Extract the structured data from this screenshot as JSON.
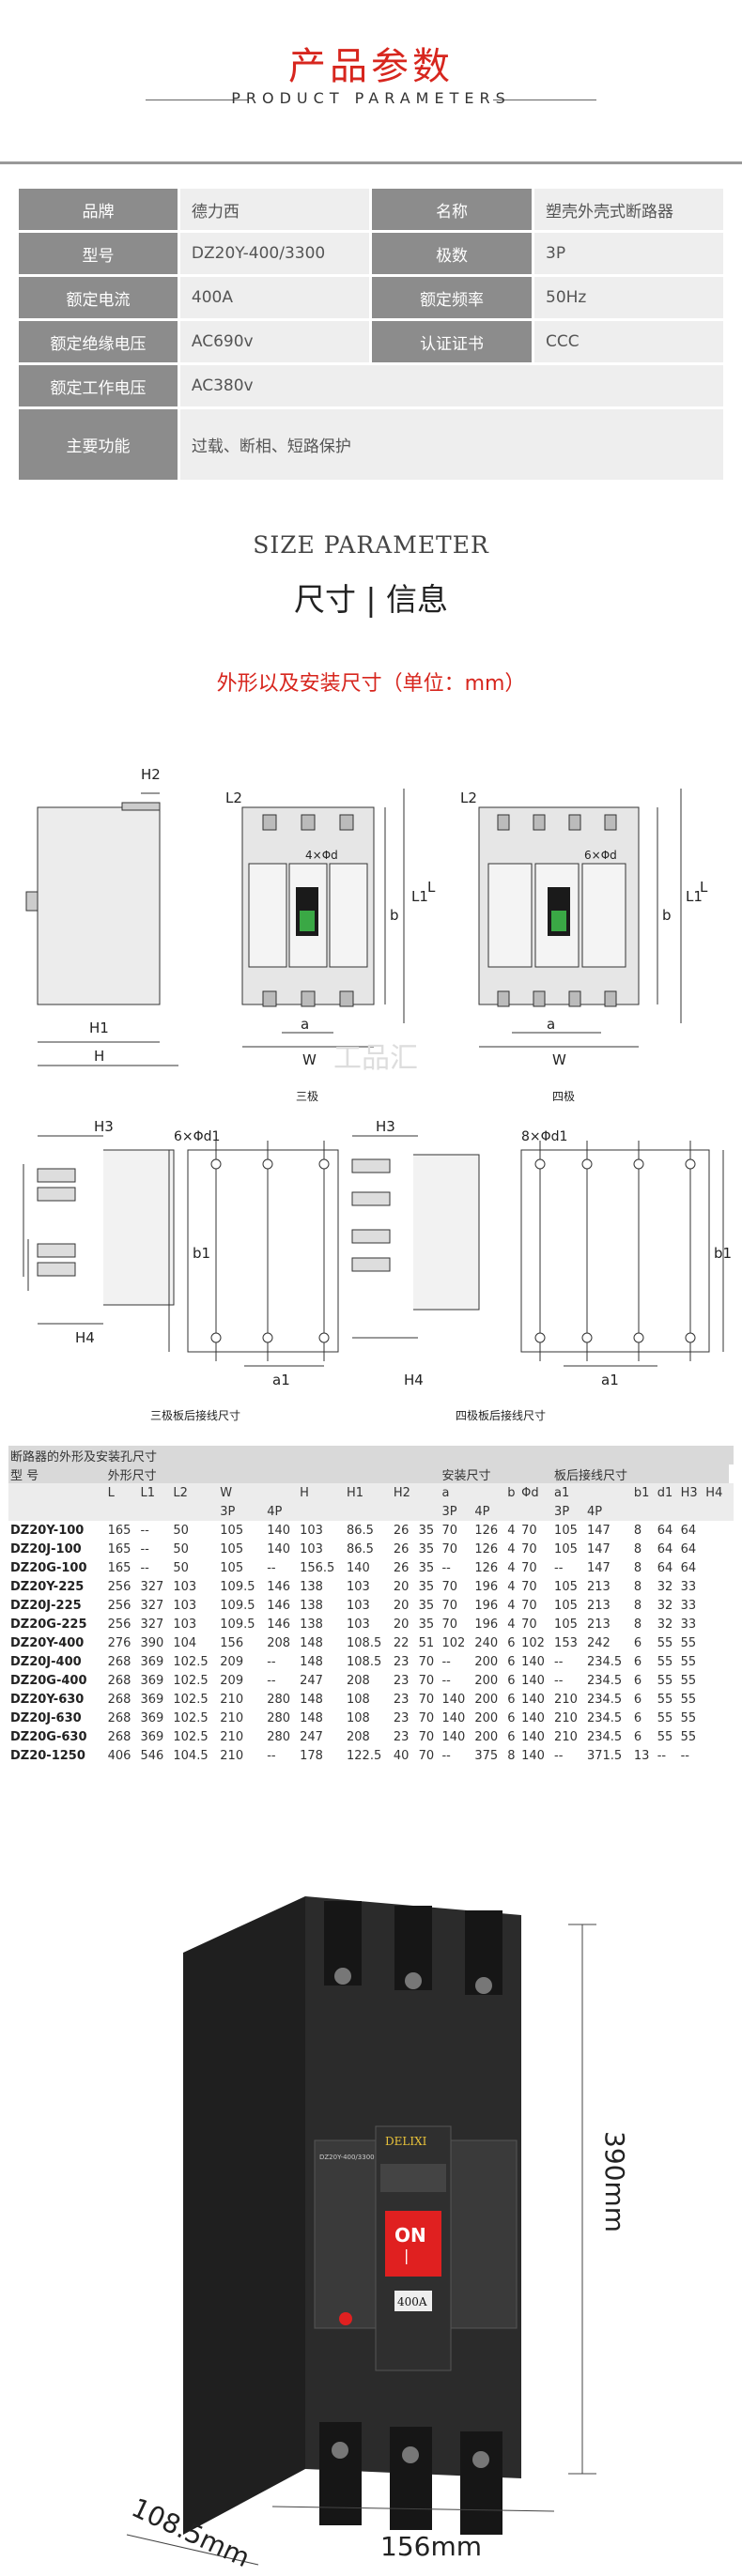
{
  "header": {
    "title_cn": "产品参数",
    "title_en": "PRODUCT PARAMETERS"
  },
  "spec_table": {
    "rows": [
      [
        {
          "k": "品牌",
          "v": "德力西"
        },
        {
          "k": "名称",
          "v": "塑壳外壳式断路器"
        }
      ],
      [
        {
          "k": "型号",
          "v": "DZ20Y-400/3300"
        },
        {
          "k": "极数",
          "v": "3P"
        }
      ],
      [
        {
          "k": "额定电流",
          "v": "400A"
        },
        {
          "k": "额定频率",
          "v": "50Hz"
        }
      ],
      [
        {
          "k": "额定绝缘电压",
          "v": "AC690v"
        },
        {
          "k": "认证证书",
          "v": "CCC"
        }
      ],
      [
        {
          "k": "额定工作电压",
          "v": "AC380v"
        }
      ],
      [
        {
          "k": "主要功能",
          "v": "过载、断相、短路保护"
        }
      ]
    ]
  },
  "size_section": {
    "title_en": "SIZE PARAMETER",
    "title_cn": "尺寸 | 信息",
    "subtitle": "外形以及安装尺寸（单位：mm）"
  },
  "drawings": {
    "labels": {
      "H2": "H2",
      "H1": "H1",
      "H": "H",
      "L2": "L2",
      "L1": "L1",
      "L": "L",
      "b": "b",
      "a": "a",
      "W": "W",
      "d_3p": "4×Φd",
      "d_4p": "6×Φd",
      "H3": "H3",
      "H4": "H4",
      "b1": "b1",
      "a1": "a1",
      "d1_3p": "6×Φd1",
      "d1_4p": "8×Φd1"
    },
    "cap_3p": "三极",
    "cap_4p": "四极",
    "cap_back_3p": "三极板后接线尺寸",
    "cap_back_4p": "四极板后接线尺寸",
    "watermark": "工品汇"
  },
  "dims_table": {
    "title": "断路器的外形及安装孔尺寸",
    "groups": [
      "型 号",
      "外形尺寸",
      "安装尺寸",
      "板后接线尺寸"
    ],
    "cols": [
      "L",
      "L1",
      "L2",
      "W",
      "",
      "H",
      "H1",
      "H2",
      "a",
      "",
      "b",
      "Φd",
      "a1",
      "",
      "b1",
      "d1",
      "H3",
      "H4"
    ],
    "sub": [
      "3P",
      "4P",
      "3P",
      "4P",
      "3P",
      "4P"
    ],
    "rows": [
      [
        "DZ20Y-100",
        "165",
        "--",
        "50",
        "105",
        "140",
        "103",
        "86.5",
        "26",
        "35",
        "70",
        "126",
        "4",
        "70",
        "105",
        "147",
        "8",
        "64",
        "64"
      ],
      [
        "DZ20J-100",
        "165",
        "--",
        "50",
        "105",
        "140",
        "103",
        "86.5",
        "26",
        "35",
        "70",
        "126",
        "4",
        "70",
        "105",
        "147",
        "8",
        "64",
        "64"
      ],
      [
        "DZ20G-100",
        "165",
        "--",
        "50",
        "105",
        "--",
        "156.5",
        "140",
        "26",
        "35",
        "--",
        "126",
        "4",
        "70",
        "--",
        "147",
        "8",
        "64",
        "64"
      ],
      [
        "DZ20Y-225",
        "256",
        "327",
        "103",
        "109.5",
        "146",
        "138",
        "103",
        "20",
        "35",
        "70",
        "196",
        "4",
        "70",
        "105",
        "213",
        "8",
        "32",
        "33"
      ],
      [
        "DZ20J-225",
        "256",
        "327",
        "103",
        "109.5",
        "146",
        "138",
        "103",
        "20",
        "35",
        "70",
        "196",
        "4",
        "70",
        "105",
        "213",
        "8",
        "32",
        "33"
      ],
      [
        "DZ20G-225",
        "256",
        "327",
        "103",
        "109.5",
        "146",
        "138",
        "103",
        "20",
        "35",
        "70",
        "196",
        "4",
        "70",
        "105",
        "213",
        "8",
        "32",
        "33"
      ],
      [
        "DZ20Y-400",
        "276",
        "390",
        "104",
        "156",
        "208",
        "148",
        "108.5",
        "22",
        "51",
        "102",
        "240",
        "6",
        "102",
        "153",
        "242",
        "6",
        "55",
        "55"
      ],
      [
        "DZ20J-400",
        "268",
        "369",
        "102.5",
        "209",
        "--",
        "148",
        "108.5",
        "23",
        "70",
        "--",
        "200",
        "6",
        "140",
        "--",
        "234.5",
        "6",
        "55",
        "55"
      ],
      [
        "DZ20G-400",
        "268",
        "369",
        "102.5",
        "209",
        "--",
        "247",
        "208",
        "23",
        "70",
        "--",
        "200",
        "6",
        "140",
        "--",
        "234.5",
        "6",
        "55",
        "55"
      ],
      [
        "DZ20Y-630",
        "268",
        "369",
        "102.5",
        "210",
        "280",
        "148",
        "108",
        "23",
        "70",
        "140",
        "200",
        "6",
        "140",
        "210",
        "234.5",
        "6",
        "55",
        "55"
      ],
      [
        "DZ20J-630",
        "268",
        "369",
        "102.5",
        "210",
        "280",
        "148",
        "108",
        "23",
        "70",
        "140",
        "200",
        "6",
        "140",
        "210",
        "234.5",
        "6",
        "55",
        "55"
      ],
      [
        "DZ20G-630",
        "268",
        "369",
        "102.5",
        "210",
        "280",
        "247",
        "208",
        "23",
        "70",
        "140",
        "200",
        "6",
        "140",
        "210",
        "234.5",
        "6",
        "55",
        "55"
      ],
      [
        "DZ20-1250",
        "406",
        "546",
        "104.5",
        "210",
        "--",
        "178",
        "122.5",
        "40",
        "70",
        "--",
        "375",
        "8",
        "140",
        "--",
        "371.5",
        "13",
        "--",
        "--"
      ]
    ]
  },
  "product_photo": {
    "height_label": "390mm",
    "width_label": "156mm",
    "depth_label": "108.5mm",
    "on_label": "ON",
    "rating_label": "400A",
    "brand_label": "DELIXI",
    "model_label": "DZ20Y-400/3300"
  }
}
